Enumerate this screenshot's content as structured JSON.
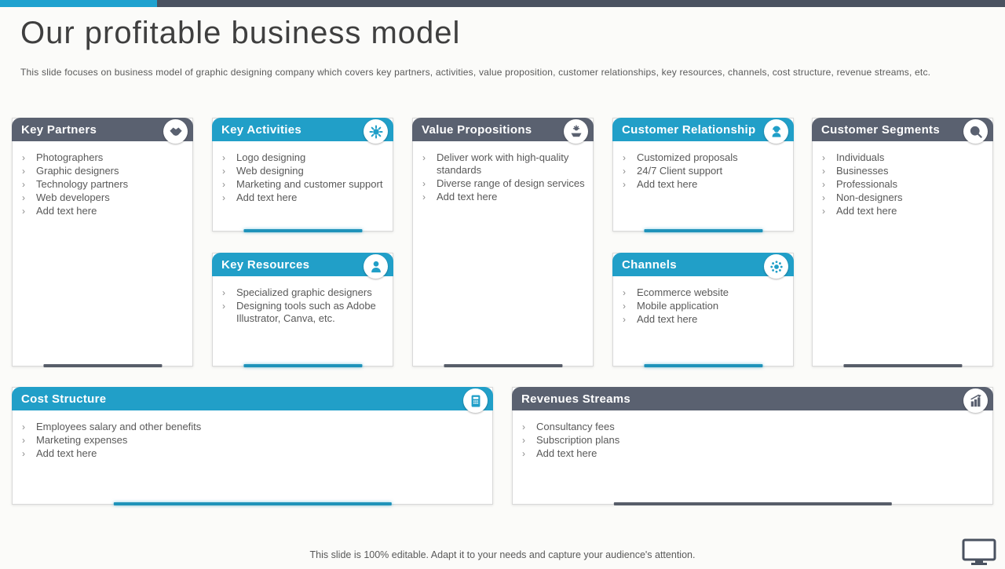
{
  "top_bar": {
    "accent_color": "#1fa2cf",
    "dark_color": "#4a5260"
  },
  "header": {
    "title": "Our profitable business model",
    "subtitle": "This slide focuses on business model of graphic designing company which covers key partners, activities, value proposition, customer relationships, key resources, channels, cost structure, revenue streams, etc."
  },
  "colors": {
    "blue": "#219fc8",
    "gray": "#5a6170",
    "body_text": "#595959"
  },
  "cards": [
    {
      "id": "key-partners",
      "title": "Key Partners",
      "icon": "handshake-icon",
      "theme": "gray",
      "items": [
        "Photographers",
        "Graphic designers",
        "Technology partners",
        "Web developers",
        "Add text here"
      ]
    },
    {
      "id": "key-activities",
      "title": "Key Activities",
      "icon": "gear-icon",
      "theme": "blue",
      "items": [
        "Logo designing",
        "Web designing",
        "Marketing and customer support",
        "Add text here"
      ]
    },
    {
      "id": "key-resources",
      "title": "Key Resources",
      "icon": "person-icon",
      "theme": "blue",
      "items": [
        "Specialized graphic designers",
        "Designing tools such as Adobe Illustrator, Canva, etc."
      ]
    },
    {
      "id": "value-propositions",
      "title": "Value Propositions",
      "icon": "hand-offering-icon",
      "theme": "gray",
      "items": [
        "Deliver work with high-quality standards",
        "Diverse range of design services",
        "Add text here"
      ]
    },
    {
      "id": "customer-relationship",
      "title": "Customer Relationship",
      "icon": "support-person-icon",
      "theme": "blue",
      "items": [
        "Customized proposals",
        "24/7 Client support",
        "Add text here"
      ]
    },
    {
      "id": "channels",
      "title": "Channels",
      "icon": "network-icon",
      "theme": "blue",
      "items": [
        "Ecommerce website",
        "Mobile application",
        "Add text here"
      ]
    },
    {
      "id": "customer-segments",
      "title": "Customer Segments",
      "icon": "audience-search-icon",
      "theme": "gray",
      "items": [
        "Individuals",
        "Businesses",
        "Professionals",
        "Non-designers",
        "Add text here"
      ]
    },
    {
      "id": "cost-structure",
      "title": "Cost Structure",
      "icon": "calculator-icon",
      "theme": "blue",
      "items": [
        "Employees salary and other benefits",
        "Marketing expenses",
        "Add text here"
      ]
    },
    {
      "id": "revenues-streams",
      "title": "Revenues Streams",
      "icon": "revenue-chart-icon",
      "theme": "gray",
      "items": [
        "Consultancy fees",
        "Subscription plans",
        "Add text here"
      ]
    }
  ],
  "footer": {
    "note": "This slide is 100% editable. Adapt it to your needs and capture your audience's attention."
  }
}
